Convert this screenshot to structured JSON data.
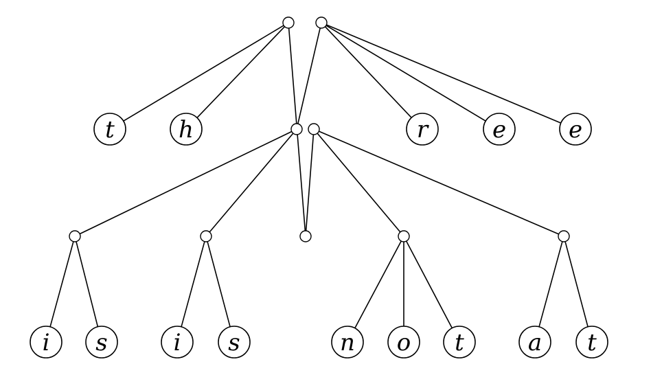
{
  "diagram": {
    "leaves": [
      {
        "id": "t1",
        "label": "t"
      },
      {
        "id": "h1",
        "label": "h"
      },
      {
        "id": "r1",
        "label": "r"
      },
      {
        "id": "e1",
        "label": "e"
      },
      {
        "id": "e2",
        "label": "e"
      },
      {
        "id": "i1",
        "label": "i"
      },
      {
        "id": "s1",
        "label": "s"
      },
      {
        "id": "i2",
        "label": "i"
      },
      {
        "id": "s2",
        "label": "s"
      },
      {
        "id": "n1",
        "label": "n"
      },
      {
        "id": "o1",
        "label": "o"
      },
      {
        "id": "t2",
        "label": "t"
      },
      {
        "id": "a1",
        "label": "a"
      },
      {
        "id": "t3",
        "label": "t"
      }
    ],
    "inner_nodes": [
      "top-left",
      "top-right",
      "mid-left",
      "mid-right",
      "lower-1",
      "lower-2",
      "lower-center",
      "lower-3",
      "lower-4"
    ],
    "edges": [
      [
        "top-left",
        "t1"
      ],
      [
        "top-left",
        "h1"
      ],
      [
        "top-left",
        "lower-center"
      ],
      [
        "top-right",
        "mid-left"
      ],
      [
        "top-right",
        "r1"
      ],
      [
        "top-right",
        "e1"
      ],
      [
        "top-right",
        "e2"
      ],
      [
        "mid-left",
        "lower-1"
      ],
      [
        "mid-left",
        "lower-2"
      ],
      [
        "mid-right",
        "lower-center"
      ],
      [
        "mid-right",
        "lower-3"
      ],
      [
        "mid-right",
        "lower-4"
      ],
      [
        "lower-1",
        "i1"
      ],
      [
        "lower-1",
        "s1"
      ],
      [
        "lower-2",
        "i2"
      ],
      [
        "lower-2",
        "s2"
      ],
      [
        "lower-3",
        "n1"
      ],
      [
        "lower-3",
        "o1"
      ],
      [
        "lower-3",
        "t2"
      ],
      [
        "lower-4",
        "a1"
      ],
      [
        "lower-4",
        "t3"
      ]
    ]
  }
}
